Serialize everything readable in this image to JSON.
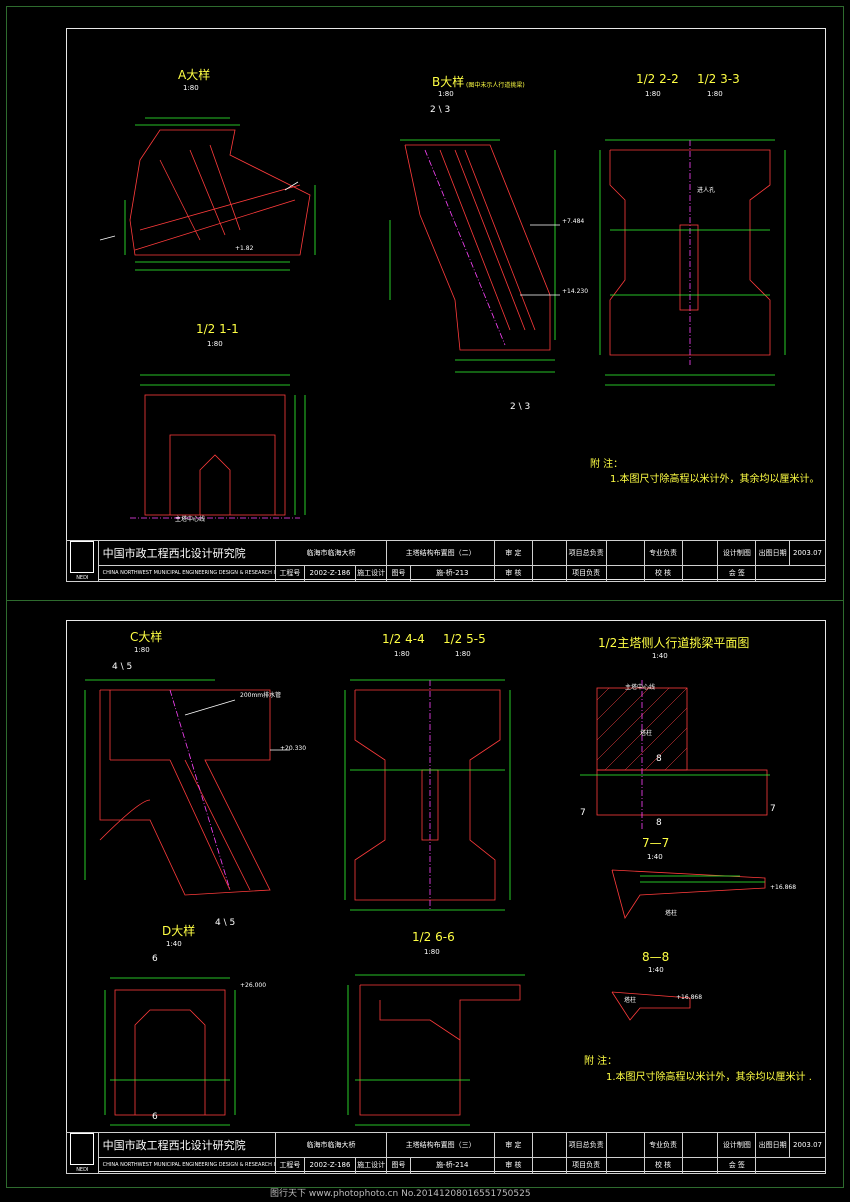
{
  "sheet1": {
    "views": {
      "a": {
        "title": "A大样",
        "scale": "1:80"
      },
      "b": {
        "title": "B大样",
        "subtitle": "(图中未示人行道挑梁)",
        "scale": "1:80"
      },
      "c22": {
        "title": "1/2 2-2",
        "scale": "1:80"
      },
      "c33": {
        "title": "1/2 3-3",
        "scale": "1:80"
      },
      "s11": {
        "title": "1/2 1-1",
        "scale": "1:80"
      }
    },
    "cuts": {
      "top": "2 \\ 3",
      "bottom": "2 \\ 3"
    },
    "annotations": {
      "center": "主塔中心线",
      "elev1": "+7.484",
      "elev2": "+14.230",
      "elev3": "+1.82",
      "manhole": "进人孔"
    },
    "note": {
      "heading": "附 注：",
      "line1": "1.本图尺寸除高程以米计外，其余均以厘米计。"
    },
    "titleblock": {
      "org_cn": "中国市政工程西北设计研究院",
      "org_en": "CHINA NORTHWEST MUNICIPAL ENGINEERING DESIGN & RESEARCH INSTITUTE",
      "project": "临海市临海大桥",
      "drawing": "主塔结构布置图（二）",
      "project_no_label": "工程号",
      "project_no": "2002-Z-186",
      "stage": "施工设计",
      "drawing_no_label": "图号",
      "drawing_no": "施-桥-213",
      "review": "审 定",
      "check": "审 核",
      "pm": "项目总负责",
      "pl": "项目负责",
      "specialist": "专业负责",
      "proof": "校 核",
      "drafter": "设计制图",
      "countersign": "会 签",
      "date_label": "出图日期",
      "date": "2003.07",
      "logo": "NEDI"
    }
  },
  "sheet2": {
    "views": {
      "c": {
        "title": "C大样",
        "scale": "1:80"
      },
      "s44": {
        "title": "1/2 4-4",
        "scale": "1:80"
      },
      "s55": {
        "title": "1/2 5-5",
        "scale": "1:80"
      },
      "plan": {
        "title": "1/2主塔侧人行道挑梁平面图",
        "scale": "1:40"
      },
      "s77": {
        "title": "7—7",
        "scale": "1:40"
      },
      "d": {
        "title": "D大样",
        "scale": "1:40"
      },
      "s66": {
        "title": "1/2 6-6",
        "scale": "1:80"
      },
      "s88": {
        "title": "8—8",
        "scale": "1:40"
      }
    },
    "cuts": {
      "c45top": "4 \\ 5",
      "c45bot": "4 \\ 5",
      "d6top": "6",
      "d6bot": "6",
      "p8a": "8",
      "p8b": "8",
      "p7a": "7",
      "p7b": "7"
    },
    "annotations": {
      "center": "主塔中心线",
      "tower": "塔柱",
      "elev1": "+20.330",
      "elev2": "+26.000",
      "elev3": "+16.868",
      "elev4": "+16.868",
      "pipe": "200mm排水管"
    },
    "note": {
      "heading": "附 注：",
      "line1": "1.本图尺寸除高程以米计外，其余均以厘米计 ."
    },
    "titleblock": {
      "org_cn": "中国市政工程西北设计研究院",
      "org_en": "CHINA NORTHWEST MUNICIPAL ENGINEERING DESIGN & RESEARCH INSTITUTE",
      "project": "临海市临海大桥",
      "drawing": "主塔结构布置图（三）",
      "project_no_label": "工程号",
      "project_no": "2002-Z-186",
      "stage": "施工设计",
      "drawing_no_label": "图号",
      "drawing_no": "施-桥-214",
      "review": "审 定",
      "check": "审 核",
      "pm": "项目总负责",
      "pl": "项目负责",
      "specialist": "专业负责",
      "proof": "校 核",
      "drafter": "设计制图",
      "countersign": "会 签",
      "date_label": "出图日期",
      "date": "2003.07",
      "logo": "NEDI"
    }
  },
  "footer": {
    "watermark": "图行天下 www.photophoto.cn No.20141208016551750525"
  },
  "colors": {
    "structure": "#ff3b3b",
    "dimension": "#33ff33",
    "text": "#ffffff",
    "title": "#ffff44",
    "centerline": "#ff44ff",
    "hatch": "#ff4444",
    "frame": "#2e6b2e"
  }
}
